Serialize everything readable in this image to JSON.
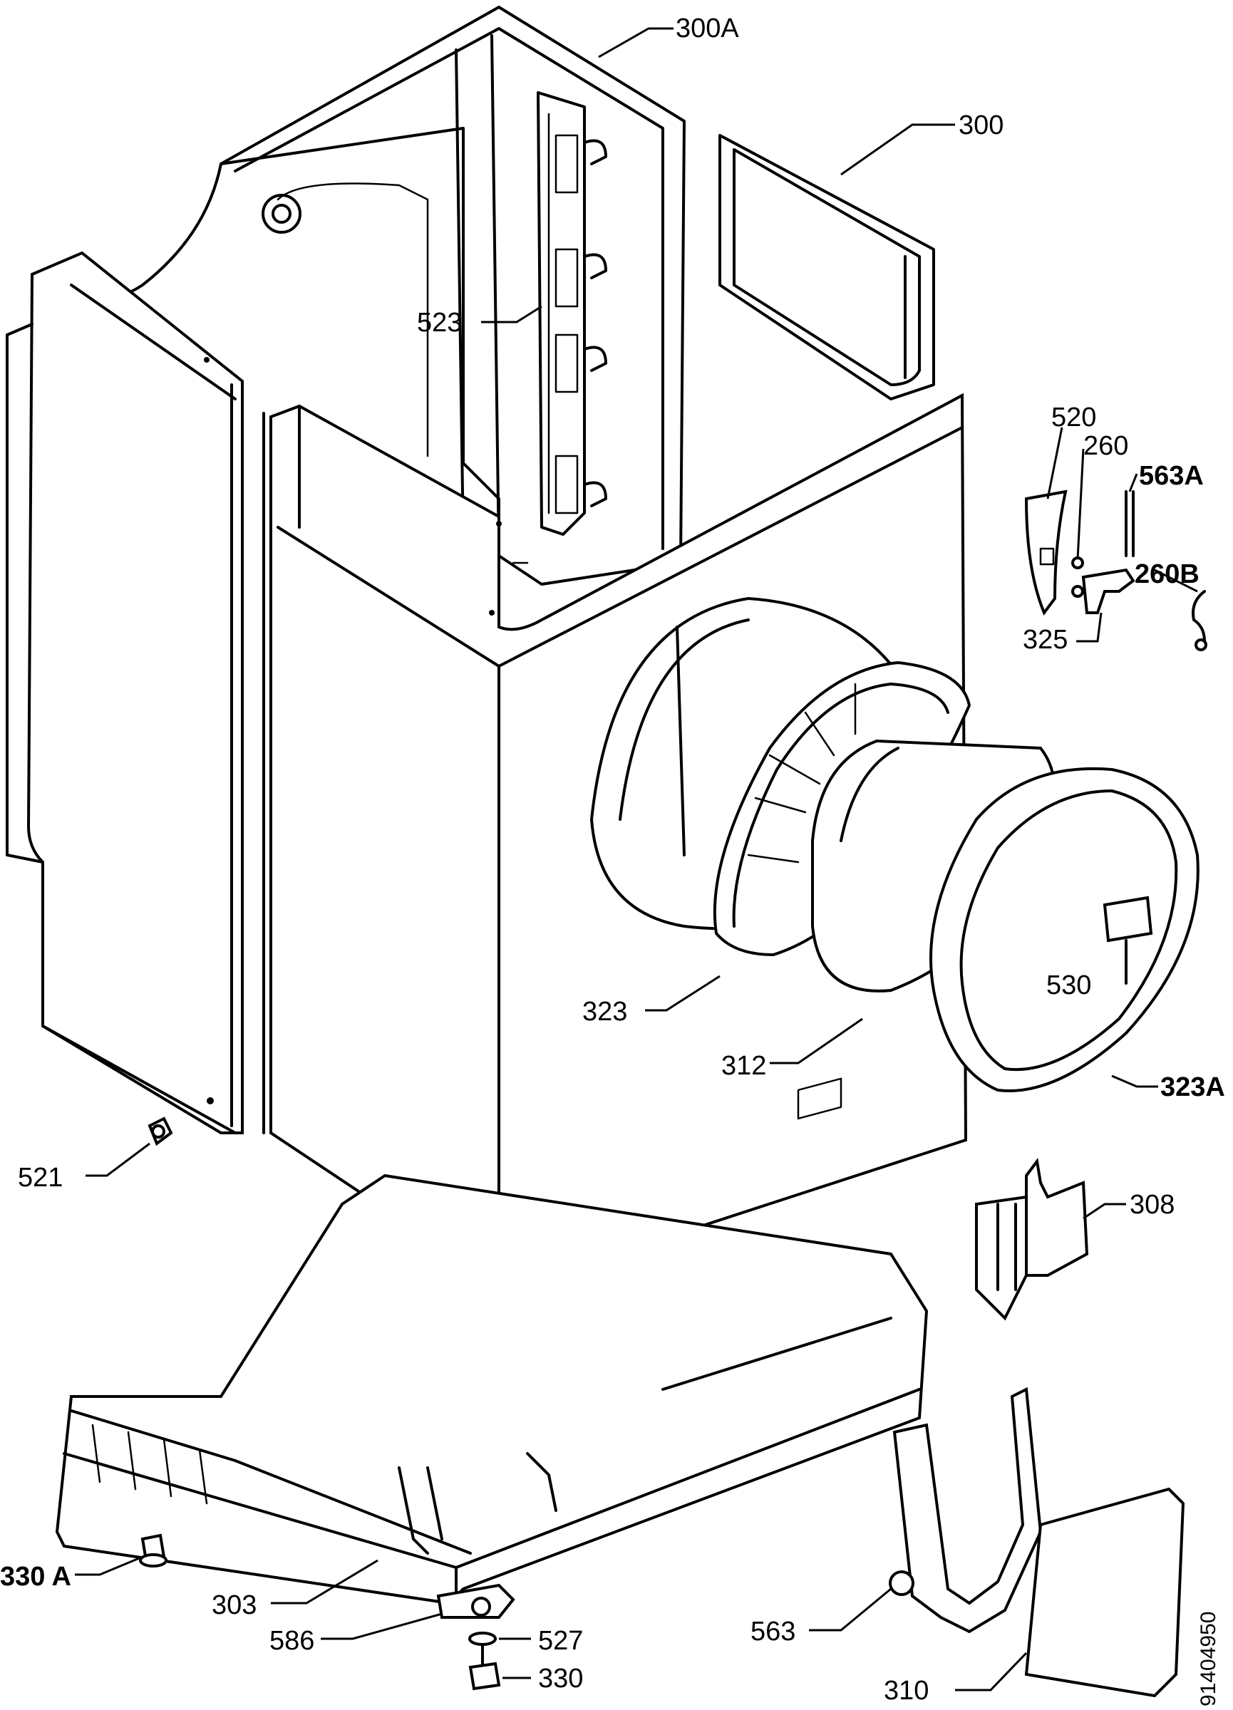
{
  "diagram": {
    "drawing_code": "91404950",
    "labels": {
      "l_300a": "300A",
      "l_300": "300",
      "l_523": "523",
      "l_520": "520",
      "l_260": "260",
      "l_563a": "563A",
      "l_260b": "260B",
      "l_325": "325",
      "l_530": "530",
      "l_323": "323",
      "l_312": "312",
      "l_323a": "323A",
      "l_521": "521",
      "l_308": "308",
      "l_330a": "330 A",
      "l_303": "303",
      "l_586": "586",
      "l_527": "527",
      "l_330": "330",
      "l_563": "563",
      "l_310": "310"
    }
  }
}
